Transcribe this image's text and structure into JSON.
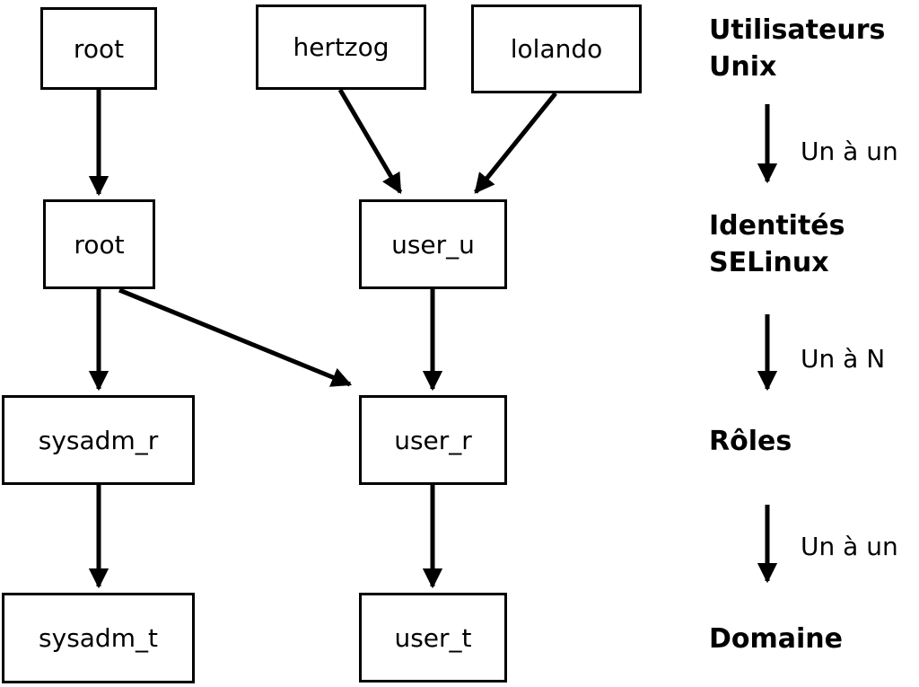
{
  "diagram": {
    "nodes": [
      {
        "id": "unix-root",
        "label": "root",
        "level": "Utilisateurs Unix"
      },
      {
        "id": "unix-hertzog",
        "label": "hertzog",
        "level": "Utilisateurs Unix"
      },
      {
        "id": "unix-lolando",
        "label": "lolando",
        "level": "Utilisateurs Unix"
      },
      {
        "id": "selinux-root",
        "label": "root",
        "level": "Identités SELinux"
      },
      {
        "id": "selinux-user-u",
        "label": "user_u",
        "level": "Identités SELinux"
      },
      {
        "id": "role-sysadm-r",
        "label": "sysadm_r",
        "level": "Rôles"
      },
      {
        "id": "role-user-r",
        "label": "user_r",
        "level": "Rôles"
      },
      {
        "id": "domain-sysadm-t",
        "label": "sysadm_t",
        "level": "Domaine"
      },
      {
        "id": "domain-user-t",
        "label": "user_t",
        "level": "Domaine"
      }
    ],
    "edges": [
      {
        "from": "unix-root",
        "to": "selinux-root"
      },
      {
        "from": "unix-hertzog",
        "to": "selinux-user-u"
      },
      {
        "from": "unix-lolando",
        "to": "selinux-user-u"
      },
      {
        "from": "selinux-root",
        "to": "role-sysadm-r"
      },
      {
        "from": "selinux-root",
        "to": "role-user-r"
      },
      {
        "from": "selinux-user-u",
        "to": "role-user-r"
      },
      {
        "from": "role-sysadm-r",
        "to": "domain-sysadm-t"
      },
      {
        "from": "role-user-r",
        "to": "domain-user-t"
      }
    ]
  },
  "legend": {
    "levels": [
      {
        "title": "Utilisateurs Unix"
      },
      {
        "title": "Identités SELinux"
      },
      {
        "title": "Rôles"
      },
      {
        "title": "Domaine"
      }
    ],
    "relations": [
      "Un à un",
      "Un à N",
      "Un à un"
    ]
  },
  "colors": {
    "line": "#000000",
    "box_border": "#000000",
    "background": "#ffffff",
    "text": "#000000"
  }
}
